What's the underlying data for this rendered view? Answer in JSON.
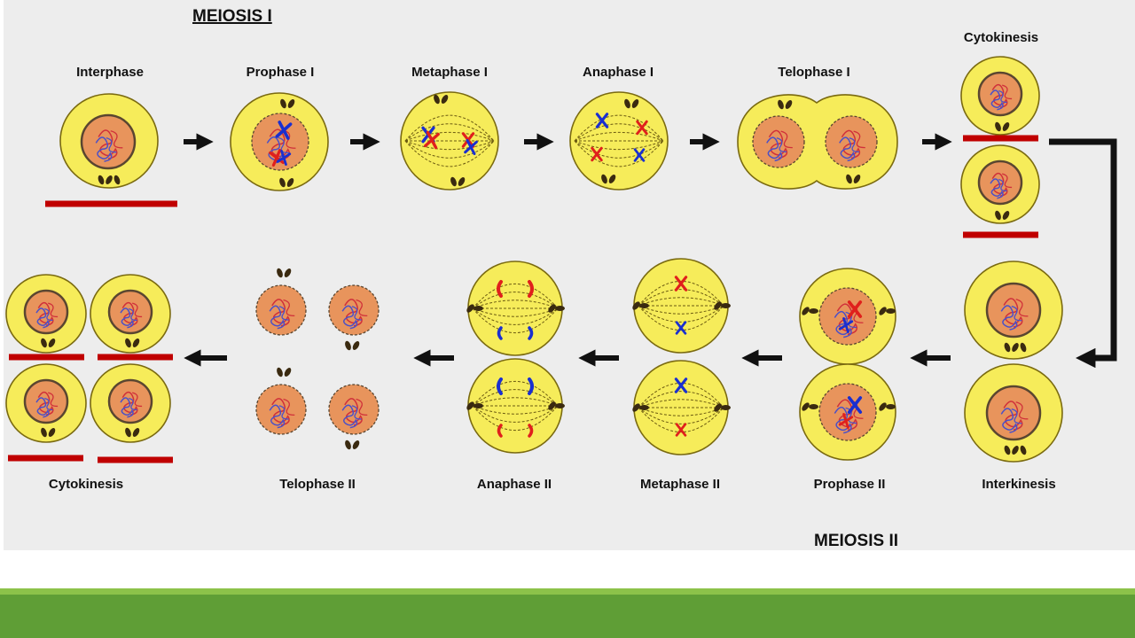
{
  "title_top": "MEIOSIS I",
  "title_bottom": "MEIOSIS II",
  "stages_row1": [
    {
      "label": "Interphase"
    },
    {
      "label": "Prophase I"
    },
    {
      "label": "Metaphase I"
    },
    {
      "label": "Anaphase I"
    },
    {
      "label": "Telophase I"
    },
    {
      "label": "Cytokinesis"
    }
  ],
  "stages_row2": [
    {
      "label": "Interkinesis"
    },
    {
      "label": "Prophase II"
    },
    {
      "label": "Metaphase II"
    },
    {
      "label": "Anaphase II"
    },
    {
      "label": "Telophase II"
    },
    {
      "label": "Cytokinesis"
    }
  ],
  "colors": {
    "cytoplasm": "#f6ec5a",
    "cell_outline": "#7a6a10",
    "nucleus": "#e8945c",
    "chromosome_red": "#e0201c",
    "chromosome_blue": "#1a2fd0",
    "underline": "#c00000",
    "arrow": "#111111",
    "background": "#ededed",
    "band": "#5f9e36"
  }
}
